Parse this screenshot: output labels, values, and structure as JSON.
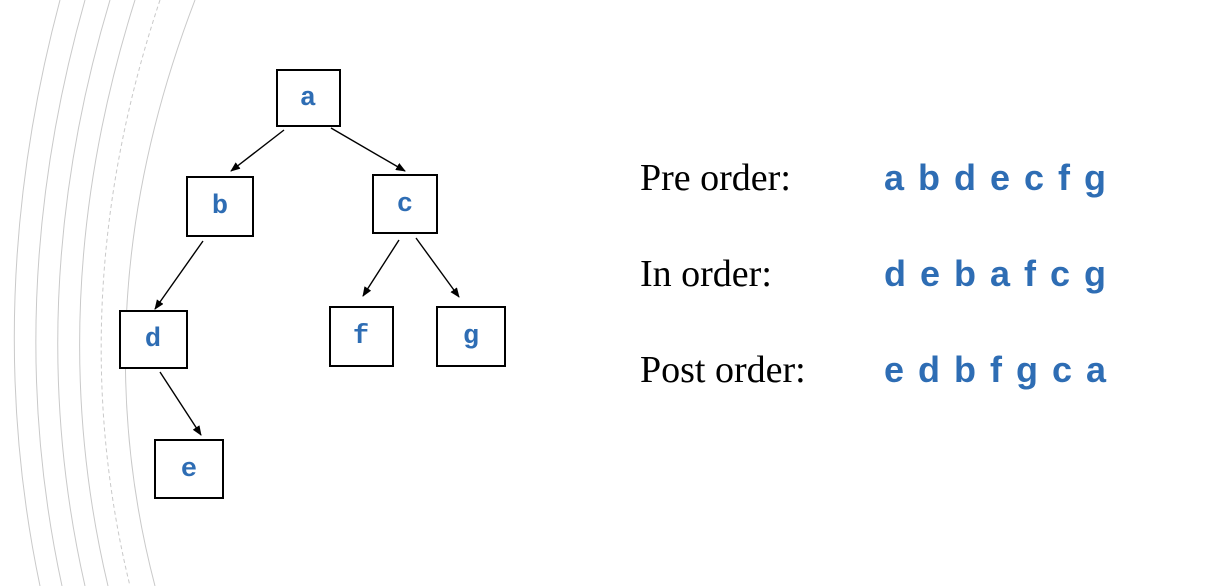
{
  "colors": {
    "accent": "#2e6db4",
    "text": "#000000",
    "decor_line": "#c9c9c9"
  },
  "tree": {
    "nodes": [
      {
        "id": "a",
        "label": "a"
      },
      {
        "id": "b",
        "label": "b"
      },
      {
        "id": "c",
        "label": "c"
      },
      {
        "id": "d",
        "label": "d"
      },
      {
        "id": "e",
        "label": "e"
      },
      {
        "id": "f",
        "label": "f"
      },
      {
        "id": "g",
        "label": "g"
      }
    ],
    "edges": [
      {
        "from": "a",
        "to": "b"
      },
      {
        "from": "a",
        "to": "c"
      },
      {
        "from": "b",
        "to": "d"
      },
      {
        "from": "c",
        "to": "f"
      },
      {
        "from": "c",
        "to": "g"
      },
      {
        "from": "d",
        "to": "e"
      }
    ]
  },
  "traversals": [
    {
      "label": "Pre order:",
      "sequence": "a b d e c f g"
    },
    {
      "label": "In order:",
      "sequence": "d e b a f c g"
    },
    {
      "label": "Post order:",
      "sequence": "e d b f g c a"
    }
  ]
}
